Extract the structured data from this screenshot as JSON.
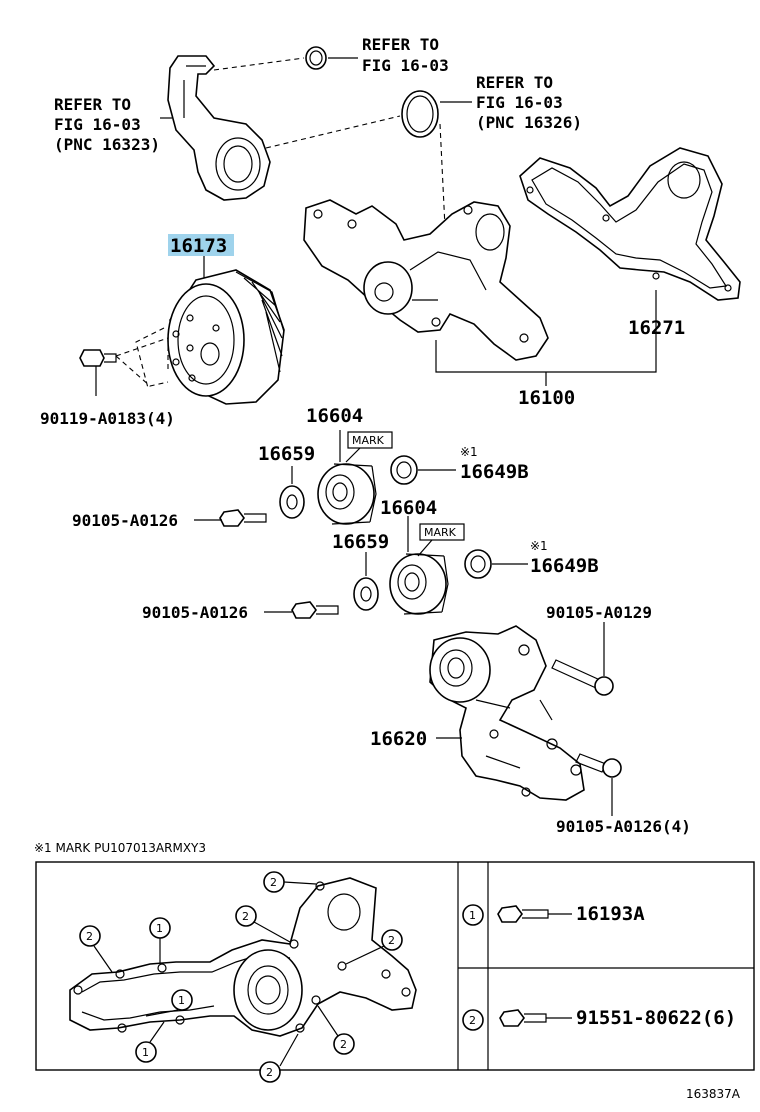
{
  "labels": {
    "refer_a_1": "REFER TO",
    "refer_a_2": "FIG 16-03",
    "refer_b_1": "REFER TO",
    "refer_b_2": "FIG 16-03",
    "refer_b_3": "(PNC 16326)",
    "refer_c_1": "REFER TO",
    "refer_c_2": "FIG 16-03",
    "refer_c_3": "(PNC 16323)",
    "p16173": "16173",
    "p16271": "16271",
    "p16100": "16100",
    "p90119": "90119-A0183(4)",
    "p16604_a": "16604",
    "p16604_b": "16604",
    "p16659_a": "16659",
    "p16659_b": "16659",
    "mark_a": "MARK",
    "mark_b": "MARK",
    "note_ref_a": "※1",
    "note_ref_b": "※1",
    "p16649b_a": "16649B",
    "p16649b_b": "16649B",
    "p90105_0126_a": "90105-A0126",
    "p90105_0126_b": "90105-A0126",
    "p90105_0129": "90105-A0129",
    "p16620": "16620",
    "p90105_0126_c": "90105-A0126(4)",
    "footnote": "※1 MARK PU107013ARMXY3",
    "legend_1_num": "1",
    "legend_1_part": "16193A",
    "legend_2_num": "2",
    "legend_2_part": "91551-80622(6)",
    "callout_1": "1",
    "callout_2": "2",
    "figure_id": "163837A"
  },
  "colors": {
    "highlight": "#9fd3ec",
    "line": "#000000"
  }
}
